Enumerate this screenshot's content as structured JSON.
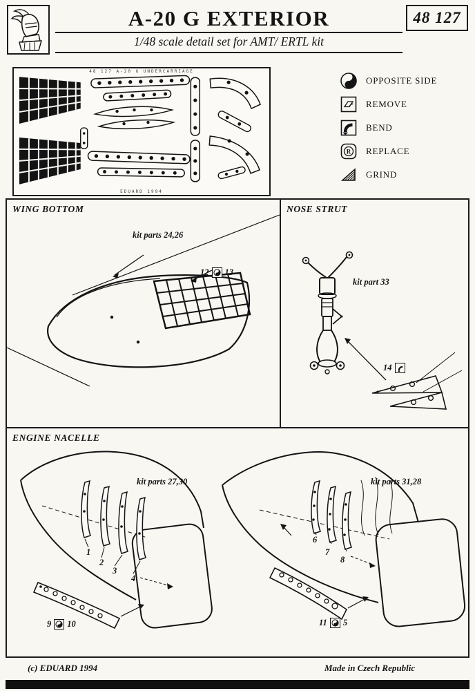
{
  "header": {
    "title": "A-20 G EXTERIOR",
    "subtitle": "1/48 scale detail set for AMT/ ERTL kit",
    "kit_number": "48 127"
  },
  "fret": {
    "top_label": "48 127  A-20 G  UNDERCARRIAGE",
    "bottom_label": "EDUARD 1994"
  },
  "legend": {
    "items": [
      {
        "icon": "opposite-side-icon",
        "label": "OPPOSITE SIDE"
      },
      {
        "icon": "remove-icon",
        "label": "REMOVE"
      },
      {
        "icon": "bend-icon",
        "label": "BEND"
      },
      {
        "icon": "replace-icon",
        "label": "REPLACE",
        "glyph": "R"
      },
      {
        "icon": "grind-icon",
        "label": "GRIND"
      }
    ]
  },
  "panels": {
    "wing_bottom": {
      "title": "WING BOTTOM",
      "kit_parts": "kit parts 24,26",
      "part_left": "12",
      "part_right": "13"
    },
    "nose_strut": {
      "title": "NOSE STRUT",
      "kit_parts": "kit part 33",
      "part": "14"
    },
    "engine_nacelle": {
      "title": "ENGINE NACELLE",
      "left": {
        "kit_parts": "kit parts 27,30",
        "rib_parts": [
          "1",
          "2",
          "3",
          "4"
        ],
        "strip_part_left": "9",
        "strip_part_right": "10"
      },
      "right": {
        "kit_parts": "kit parts 31,28",
        "rib_parts": [
          "6",
          "7",
          "8"
        ],
        "strip_part_left": "11",
        "strip_part_right": "5"
      }
    }
  },
  "footer": {
    "copyright": "(c) EDUARD 1994",
    "origin": "Made in Czech Republic"
  }
}
